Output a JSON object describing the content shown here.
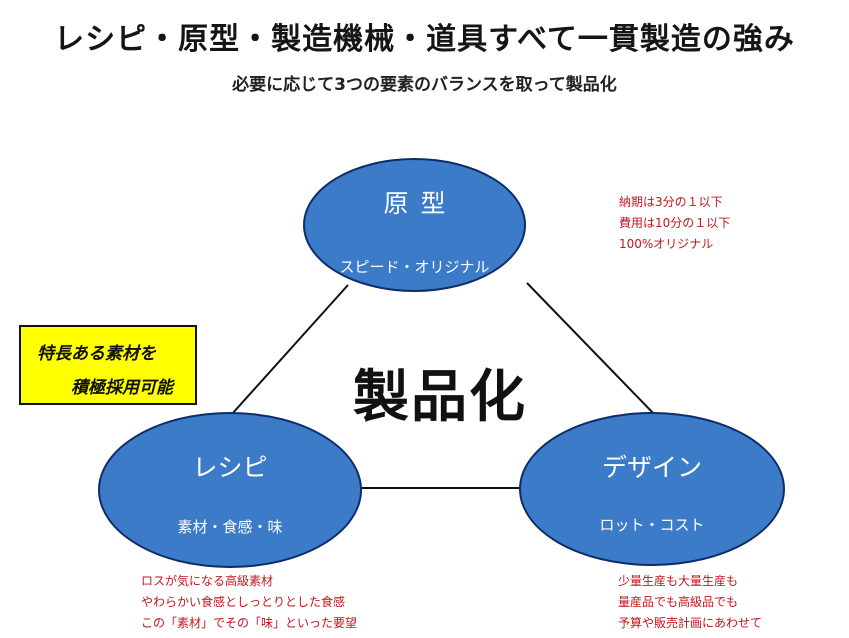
{
  "title": "レシピ・原型・製造機械・道具すべて一貫製造の強み",
  "subtitle": "必要に応じて3つの要素のバランスを取って製品化",
  "center_label": "製品化",
  "colors": {
    "ellipse_fill": "#3b7bc8",
    "ellipse_border": "#0d2d68",
    "note_text": "#c3161c",
    "highlight_box": "#ffff00"
  },
  "nodes": {
    "top": {
      "title": "原型",
      "subtitle": "スピード・オリジナル"
    },
    "left": {
      "title": "レシピ",
      "subtitle": "素材・食感・味"
    },
    "right": {
      "title": "デザイン",
      "subtitle": "ロット・コスト"
    }
  },
  "notes": {
    "top_right": [
      "納期は3分の１以下",
      "費用は10分の１以下",
      "100%オリジナル"
    ],
    "bottom_left": [
      "ロスが気になる高級素材",
      "やわらかい食感としっとりとした食感",
      "この「素材」でその「味」といった要望"
    ],
    "bottom_right": [
      "少量生産も大量生産も",
      "量産品でも高級品でも",
      "予算や販売計画にあわせて"
    ]
  },
  "highlight_box": {
    "line1": "特長ある素材を",
    "line2": "積極採用可能"
  }
}
